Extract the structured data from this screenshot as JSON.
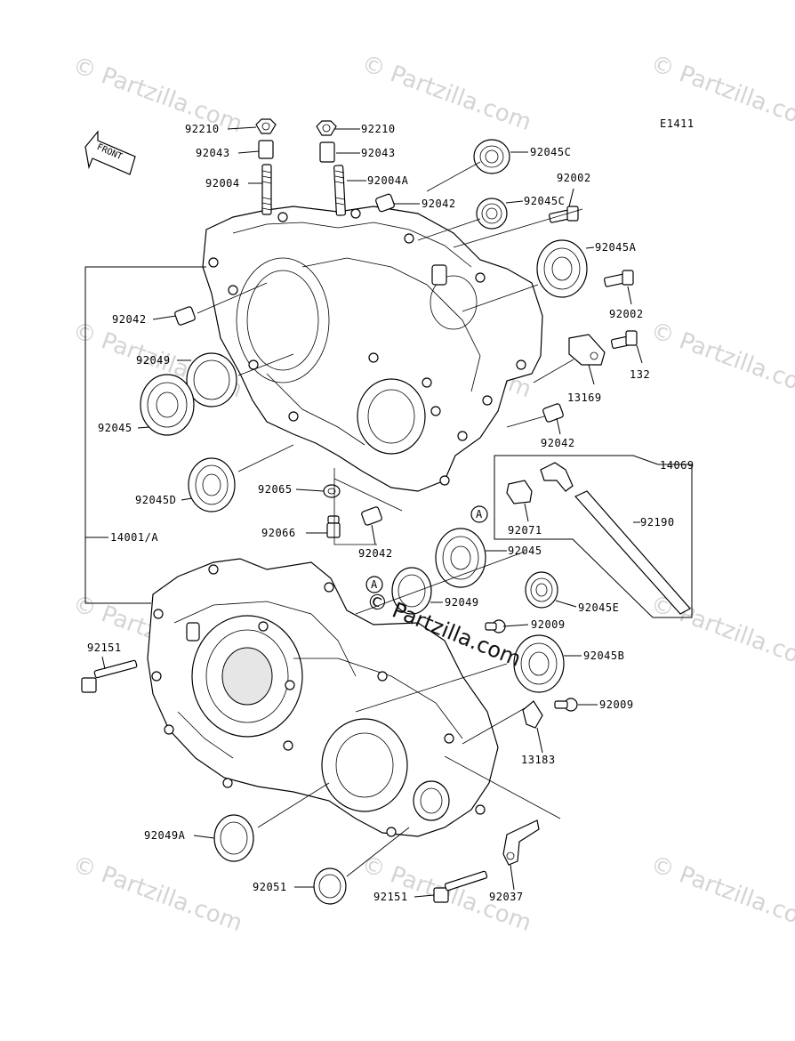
{
  "diagram_code": "E1411",
  "front_label": "FRONT",
  "watermark_text": "© Partzilla.com",
  "callouts": {
    "c_a1": "A",
    "c_a2": "A"
  },
  "parts": {
    "p92210_l": "92210",
    "p92210_r": "92210",
    "p92043_l": "92043",
    "p92043_r": "92043",
    "p92004": "92004",
    "p92004A": "92004A",
    "p92042_top": "92042",
    "p92045C_top": "92045C",
    "p92045C_mid": "92045C",
    "p92002_top": "92002",
    "p92045A": "92045A",
    "p92002_mid": "92002",
    "p92042_left": "92042",
    "p92049_left": "92049",
    "p92045_left": "92045",
    "p132": "132",
    "p13169": "13169",
    "p92042_right": "92042",
    "p14069": "14069",
    "p92045D": "92045D",
    "p92065": "92065",
    "p92066": "92066",
    "p14001A": "14001/A",
    "p92071": "92071",
    "p92190": "92190",
    "p92042_low": "92042",
    "p92045_mid": "92045",
    "p92049_mid": "92049",
    "p92045E": "92045E",
    "p92009_top": "92009",
    "p92151_left": "92151",
    "p92045B": "92045B",
    "p92009_low": "92009",
    "p13183": "13183",
    "p92049A": "92049A",
    "p92051": "92051",
    "p92151_bottom": "92151",
    "p92037": "92037"
  }
}
